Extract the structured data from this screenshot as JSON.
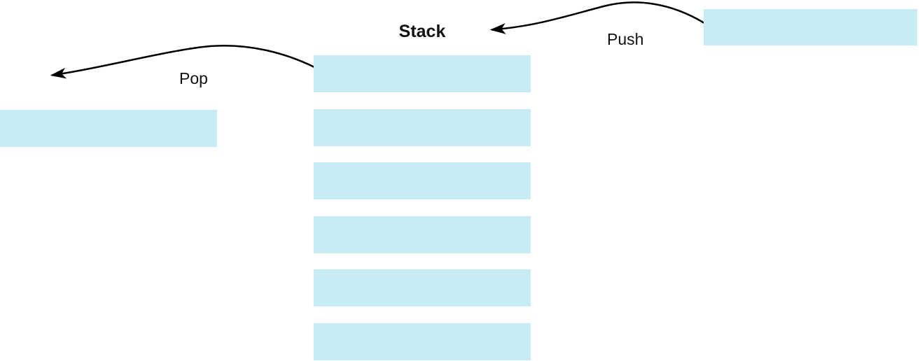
{
  "diagram": {
    "title": "Stack",
    "push_label": "Push",
    "pop_label": "Pop",
    "stack": {
      "slot_count": 6,
      "slot_values": [
        "",
        "",
        "",
        "",
        "",
        ""
      ]
    },
    "incoming_item_value": "",
    "popped_item_value": "",
    "colors": {
      "slot_fill": "#c7ecf3",
      "arrow": "#000000",
      "text": "#111111",
      "background": "#ffffff"
    }
  }
}
